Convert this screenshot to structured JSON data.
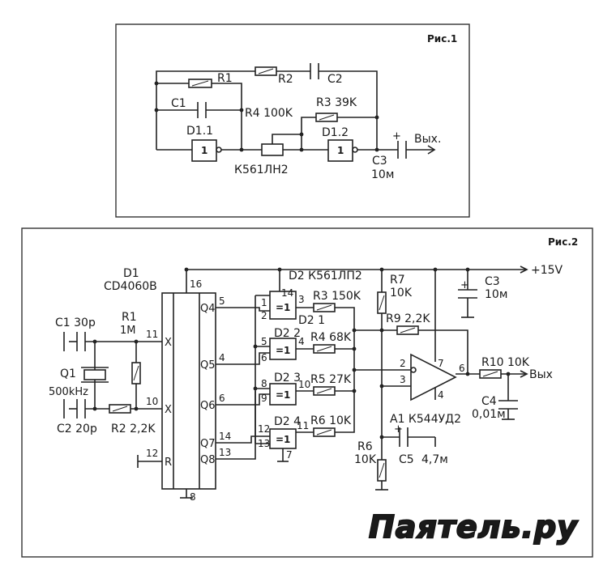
{
  "fig1": {
    "title": "Рис.1",
    "labels": {
      "r1": "R1",
      "r2": "R2",
      "c2": "C2",
      "c1": "C1",
      "r4": "R4 100K",
      "r3": "R3 39K",
      "d11": "D1.1",
      "d12": "D1.2",
      "chip": "К561ЛН2",
      "c3": "C3",
      "c3v": "10м",
      "out": "Вых.",
      "plus": "+",
      "g1": "1",
      "g2": "1"
    }
  },
  "fig2": {
    "title": "Рис.2",
    "labels": {
      "d1": "D1",
      "d1chip": "CD4060B",
      "d2": "D2 К561ЛП2",
      "c1": "C1 30p",
      "r1": "R1",
      "r1v": "1M",
      "q1": "Q1",
      "q1v": "500kHz",
      "c2": "C2 20p",
      "r2": "R2 2,2K",
      "p11": "11",
      "p10": "10",
      "p12": "12",
      "p16": "16",
      "p8": "8",
      "x1": "X",
      "x2": "X",
      "rr": "R",
      "q4": "Q4",
      "q5": "Q5",
      "q6": "Q6",
      "q7": "Q7",
      "q8": "Q8",
      "n5": "5",
      "n4": "4",
      "n6": "6",
      "n14": "14",
      "n13": "13",
      "r3": "R3 150K",
      "r4": "R4 68K",
      "r5": "R5 27K",
      "r6b": "R6 10K",
      "d21": "D2 1",
      "d22": "D2 2",
      "d23": "D2 3",
      "d24": "D2 4",
      "g14": "14",
      "g1": "1",
      "g2": "2",
      "g3": "3",
      "g5": "5",
      "g6": "6",
      "g4": "4",
      "g8": "8",
      "g9": "9",
      "g10": "10",
      "g12": "12",
      "g13": "13",
      "g11": "11",
      "g7": "7",
      "eq1": "=1",
      "eq2": "=1",
      "eq3": "=1",
      "eq4": "=1",
      "r7": "R7",
      "r7v": "10K",
      "r9": "R9 2,2K",
      "c3": "C3",
      "c3v": "10м",
      "v15": "+15V",
      "oa2": "2",
      "oa3": "3",
      "oa7": "7",
      "oa4": "4",
      "oa6": "6",
      "r10": "R10 10K",
      "out": "Вых",
      "c4": "C4",
      "c4v": "0,01м",
      "a1": "A1 К544УД2",
      "r6": "R6",
      "r6v": "10K",
      "c5": "C5",
      "c5v": "4,7м",
      "plus": "+",
      "plus2": "+"
    }
  },
  "watermark": "Паятель.ру"
}
